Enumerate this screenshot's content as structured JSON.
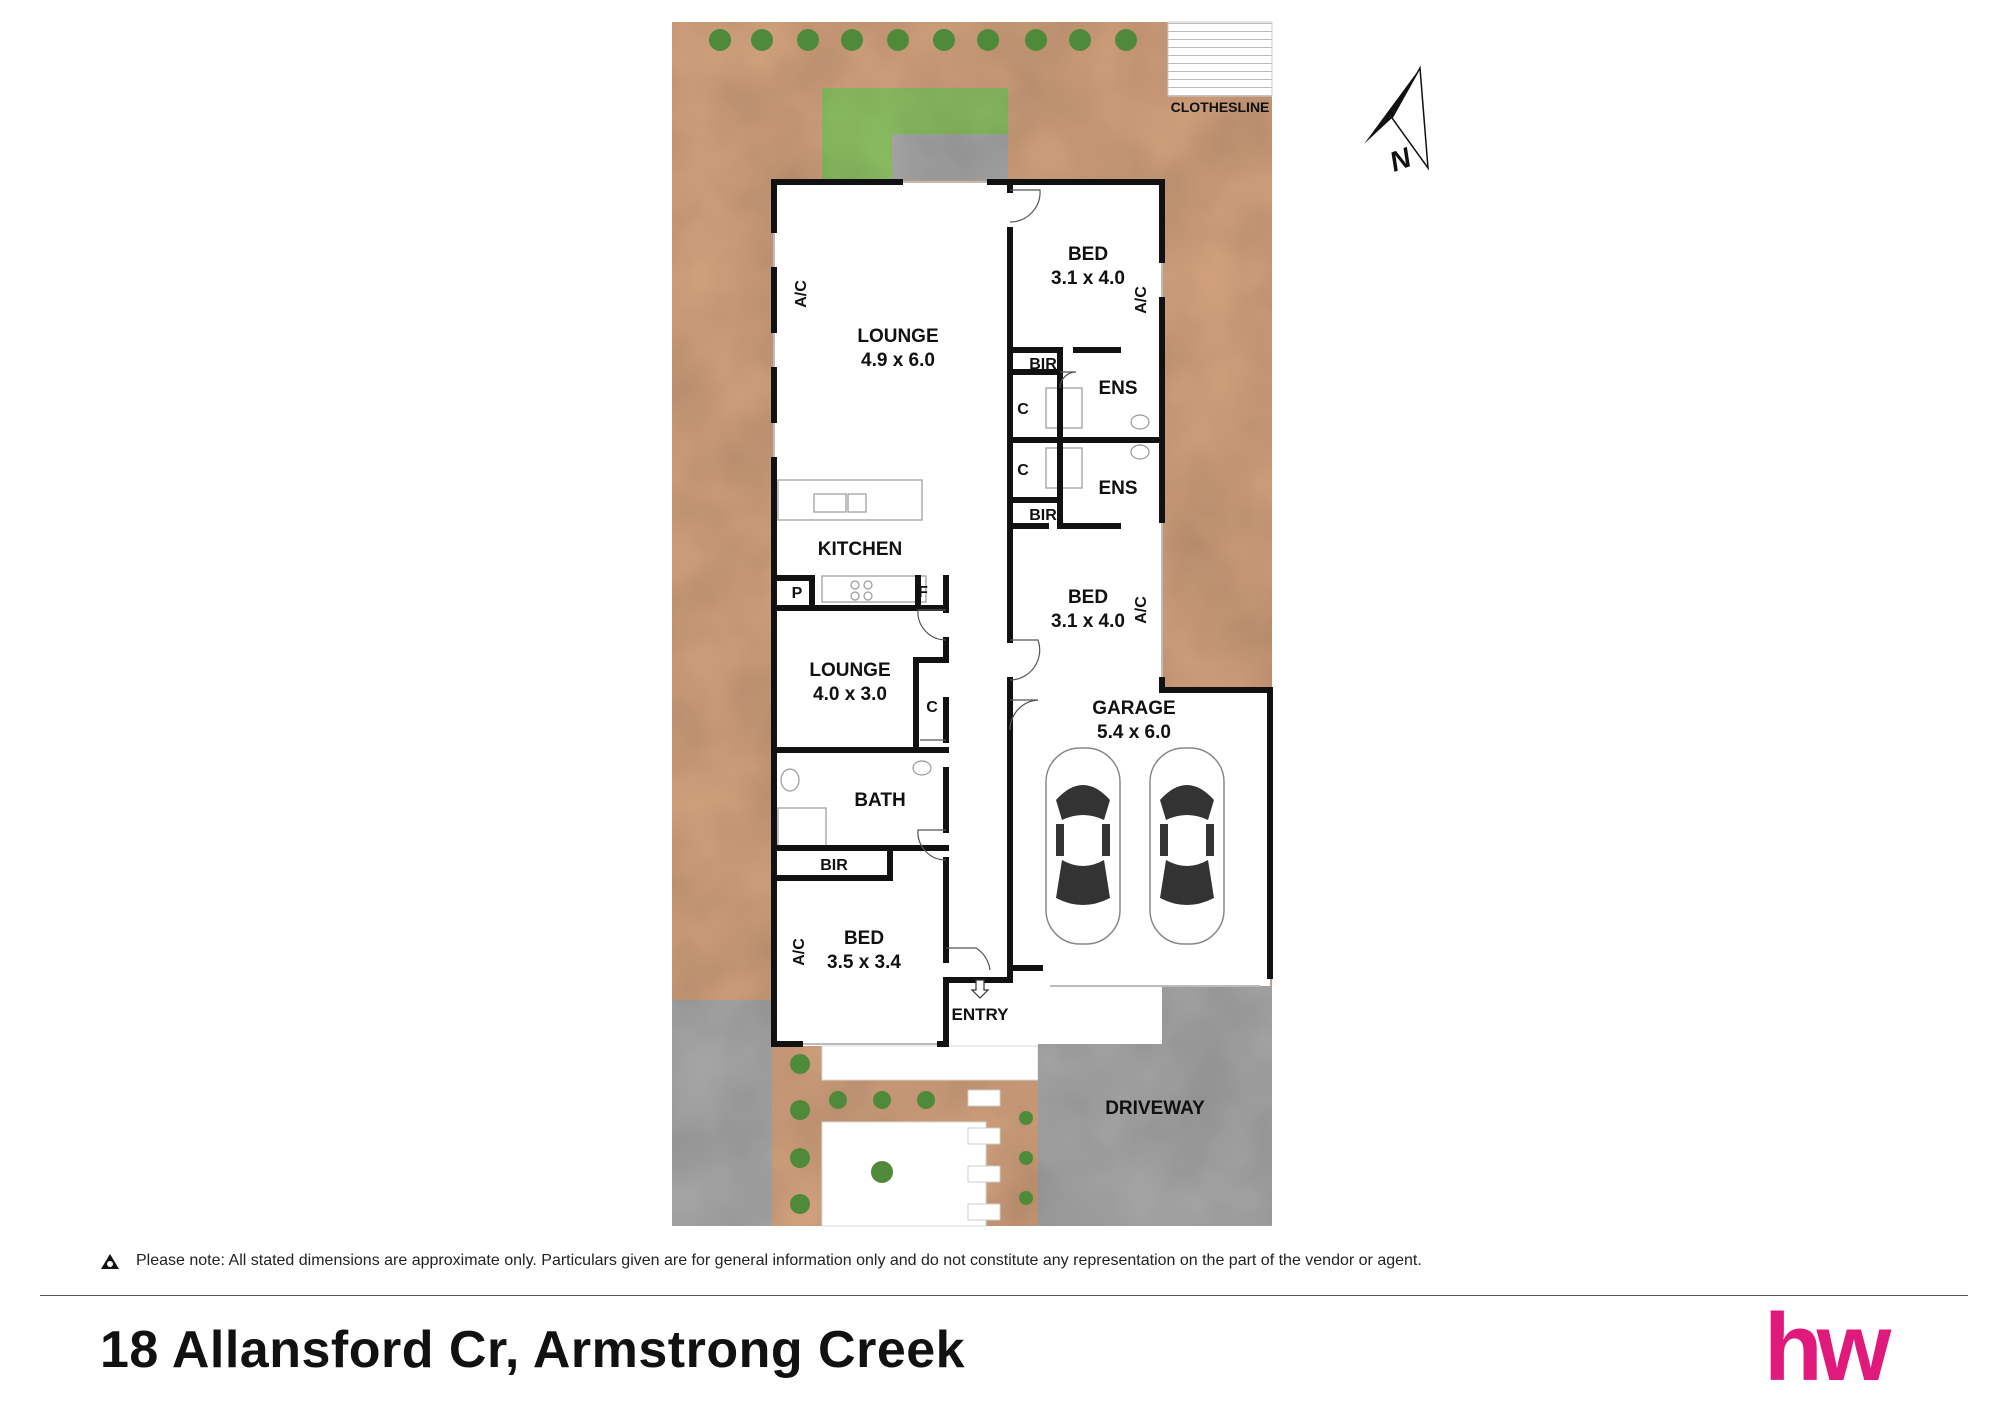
{
  "plan": {
    "rooms": [
      {
        "id": "lounge-main",
        "name": "LOUNGE",
        "dims": "4.9 x 6.0"
      },
      {
        "id": "bed-1",
        "name": "BED",
        "dims": "3.1 x 4.0"
      },
      {
        "id": "bed-2",
        "name": "BED",
        "dims": "3.1 x 4.0"
      },
      {
        "id": "lounge-2",
        "name": "LOUNGE",
        "dims": "4.0 x 3.0"
      },
      {
        "id": "garage",
        "name": "GARAGE",
        "dims": "5.4 x 6.0"
      },
      {
        "id": "bed-3",
        "name": "BED",
        "dims": "3.5 x 3.4"
      }
    ],
    "labels": {
      "kitchen": "KITCHEN",
      "bath": "BATH",
      "ens_1": "ENS",
      "ens_2": "ENS",
      "bir_1": "BIR",
      "bir_2": "BIR",
      "bir_3": "BIR",
      "c_1": "C",
      "c_2": "C",
      "c_3": "C",
      "p": "P",
      "f": "F",
      "entry": "ENTRY",
      "driveway": "DRIVEWAY",
      "clothesline": "CLOTHESLINE",
      "ac": "A/C",
      "north": "N"
    }
  },
  "footer": {
    "note": "Please note: All stated dimensions are approximate only. Particulars given are for general information only and do not constitute any representation on the part of the vendor or agent.",
    "address": "18 Allansford Cr, Armstrong Creek",
    "logo_text": "hw"
  },
  "colors": {
    "land": "#d4a37f",
    "paving": "#a9a9a9",
    "lawn": "#8cbf63",
    "wall": "#111111",
    "shrub": "#4f8a3a",
    "logo_pink": "#e0197d",
    "logo_gray": "#8a8a8a"
  }
}
